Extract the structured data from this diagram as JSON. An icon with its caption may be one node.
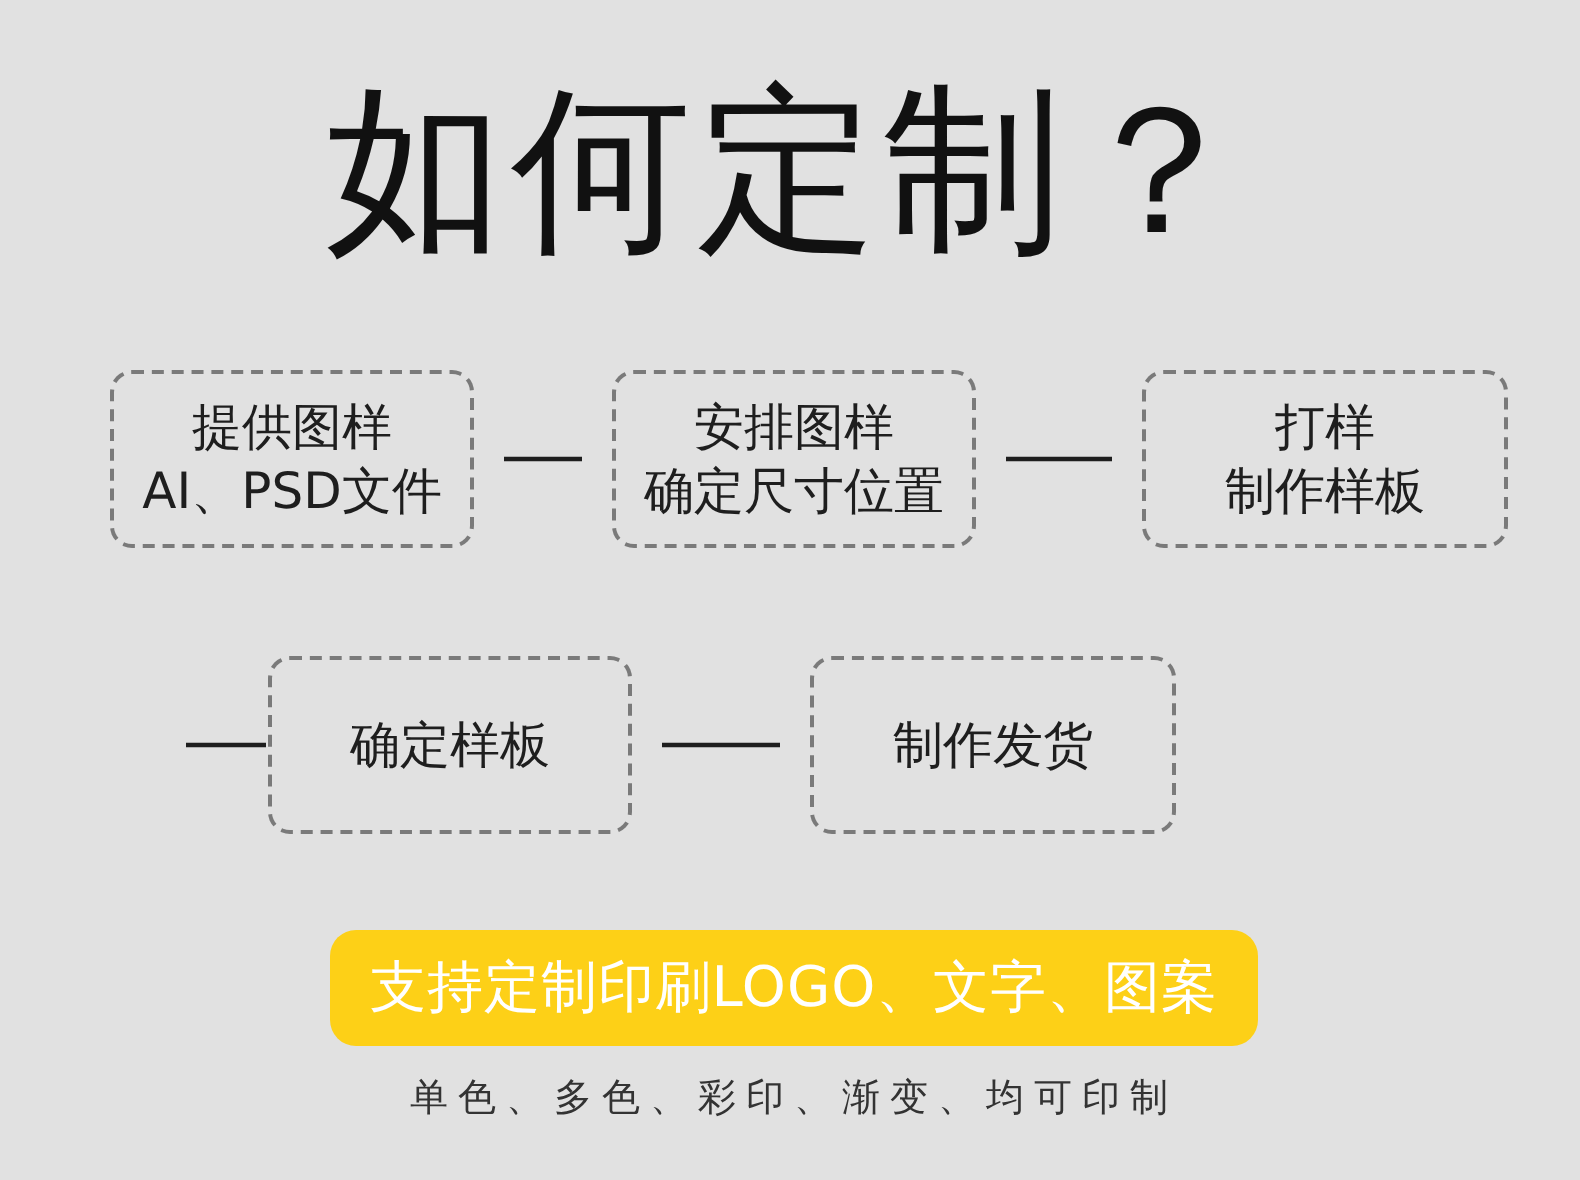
{
  "diagram": {
    "title": "如何定制？",
    "nodes": [
      {
        "text": [
          "提供图样",
          "AI、PSD文件"
        ]
      },
      {
        "text": [
          "安排图样",
          "确定尺寸位置"
        ]
      },
      {
        "text": [
          "打样",
          "制作样板"
        ]
      },
      {
        "text": [
          "确定样板"
        ]
      },
      {
        "text": [
          "制作发货"
        ]
      },
      {
        "text": [
          "支持定制印刷LOGO、文字、图案"
        ],
        "beside": [
          "单色、多色、彩印、渐变、均可印制"
        ]
      }
    ],
    "edges": [
      {
        "from": 0,
        "to": 1,
        "arrow": "none"
      },
      {
        "from": 1,
        "to": 2,
        "arrow": "none"
      },
      {
        "from": null,
        "to": 3,
        "arrow": "none"
      },
      {
        "from": 3,
        "to": 4,
        "arrow": "none"
      }
    ]
  }
}
